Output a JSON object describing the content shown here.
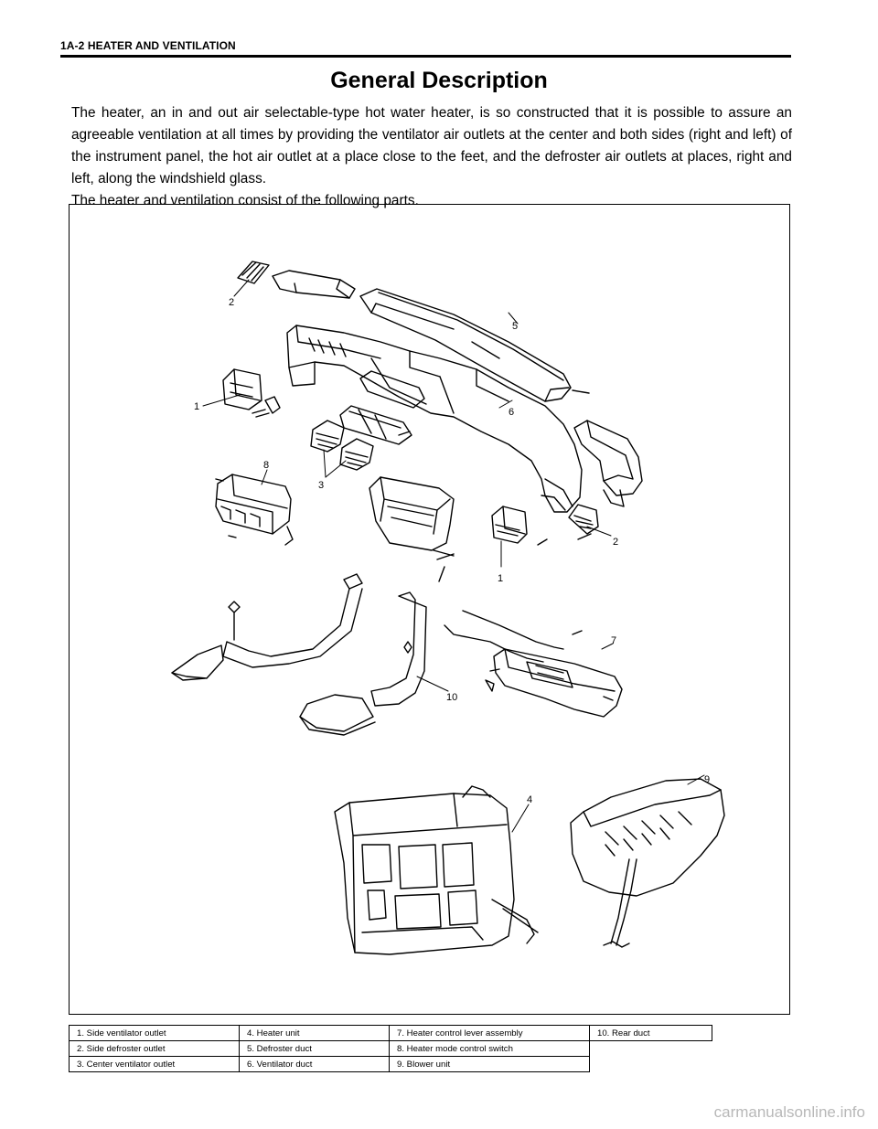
{
  "header": {
    "title": "1A-2 HEATER AND VENTILATION"
  },
  "section": {
    "title": "General Description"
  },
  "intro": {
    "paragraph1": "The heater, an in and out air selectable-type hot water heater, is so constructed that it is possible to assure an agreeable ventilation at all times by providing the ventilator air outlets at the center and both sides (right and left) of the instrument panel, the hot air outlet at a place close to the feet, and the defroster air outlets at places, right and left, along the windshield glass.",
    "paragraph2": "The heater and ventilation consist of the following parts."
  },
  "figure": {
    "callouts": [
      "1",
      "1",
      "2",
      "2",
      "3",
      "4",
      "5",
      "6",
      "7",
      "8",
      "9",
      "10"
    ]
  },
  "legend": {
    "rows": [
      [
        "1.   Side ventilator outlet",
        "4.   Heater unit",
        "7.   Heater control lever assembly",
        "10.   Rear duct"
      ],
      [
        "2.   Side defroster outlet",
        "5.   Defroster duct",
        "8.   Heater mode control switch"
      ],
      [
        "3.   Center ventilator outlet",
        "6.   Ventilator duct",
        "9.   Blower unit"
      ]
    ]
  },
  "watermark": {
    "text": "carmanualsonline.info"
  }
}
